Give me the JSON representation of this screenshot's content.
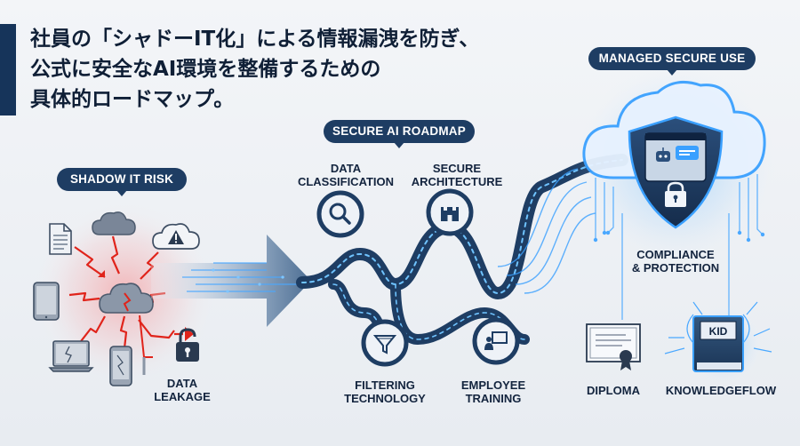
{
  "title_lines": [
    "社員の「シャドーIT化」による情報漏洩を防ぎ、",
    "公式に安全なAI環境を整備するための",
    "具体的ロードマップ。"
  ],
  "tags": {
    "shadow_it_risk": "SHADOW IT RISK",
    "secure_ai_roadmap": "SECURE AI ROADMAP",
    "managed_secure_use": "MANAGED SECURE USE"
  },
  "labels": {
    "data_leakage": [
      "DATA",
      "LEAKAGE"
    ],
    "data_classification": [
      "DATA",
      "CLASSIFICATION"
    ],
    "secure_architecture": [
      "SECURE",
      "ARCHITECTURE"
    ],
    "filtering_technology": [
      "FILTERING",
      "TECHNOLOGY"
    ],
    "employee_training": [
      "EMPLOYEE",
      "TRAINING"
    ],
    "compliance_protection": [
      "COMPLIANCE",
      "& PROTECTION"
    ],
    "diploma": "DIPLOMA",
    "knowledgeflow": "KNOWLEDGEFLOW",
    "kid_book": "KID"
  },
  "icons": [
    "document-icon",
    "cloud-icon",
    "warning-cloud-icon",
    "tablet-icon",
    "central-cloud-icon",
    "laptop-icon",
    "phone-icon",
    "padlock-icon",
    "broken-cable-icon",
    "forward-arrow-icon",
    "magnifier-icon",
    "castle-icon",
    "filter-funnel-icon",
    "presentation-icon",
    "shield-icon",
    "robot-icon",
    "chat-bubble-icon",
    "diploma-icon",
    "book-icon"
  ],
  "colors": {
    "navy": "#1e3d63",
    "dark_navy": "#16345a",
    "risk_red": "#e0241b",
    "glow_blue": "#3aa0ff",
    "text": "#13243e"
  }
}
